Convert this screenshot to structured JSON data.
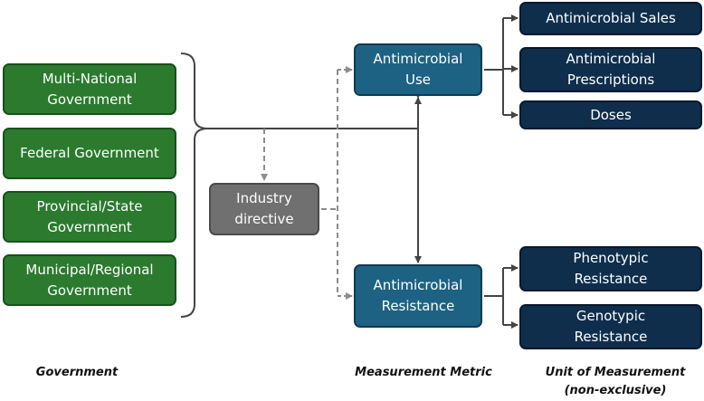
{
  "government": {
    "levels": [
      "Multi-National\nGovernment",
      "Federal Government",
      "Provincial/State\nGovernment",
      "Municipal/Regional\nGovernment"
    ],
    "caption": "Government"
  },
  "industry": {
    "label": "Industry\ndirective"
  },
  "metrics": {
    "use": "Antimicrobial\nUse",
    "resistance": "Antimicrobial\nResistance",
    "caption": "Measurement Metric"
  },
  "units": {
    "use": [
      "Antimicrobial Sales",
      "Antimicrobial\nPrescriptions",
      "Doses"
    ],
    "resistance": [
      "Phenotypic\nResistance",
      "Genotypic\nResistance"
    ],
    "caption": "Unit of Measurement\n(non-exclusive)"
  },
  "colors": {
    "government": "#2b7a2e",
    "metric": "#1d6283",
    "unit": "#0f2e4c",
    "industry": "#707070",
    "connector": "#444444",
    "dashed_connector": "#8c8c8c"
  }
}
